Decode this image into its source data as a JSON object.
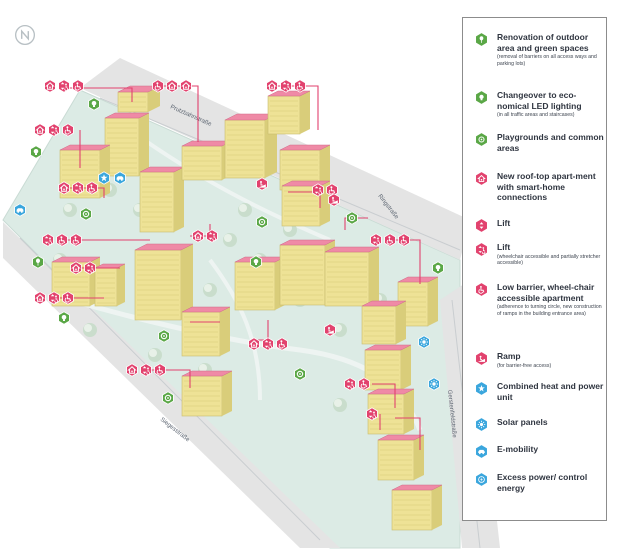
{
  "compass": {
    "icon": "compass-north-icon"
  },
  "colors": {
    "measure_pink": "#e2426e",
    "measure_green": "#5aa746",
    "measure_blue": "#3aa6dd",
    "building_roof": "#ef8aa6",
    "building_wall": "#eee296",
    "grounds": "#dcebe5",
    "road": "#e4e4e4"
  },
  "streets": {
    "north": "Prutzbahnstraße",
    "east": "Ringstraße",
    "south": "Siegesstraße",
    "southeast": "Gerstenfeldstraße"
  },
  "legend": [
    {
      "icon": "tree-icon",
      "color": "#5aa746",
      "title": "Renovation of outdoor area and green spaces",
      "sub": "(removal of barriers on all access ways and parking lots)"
    },
    {
      "icon": "light-bulb-icon",
      "color": "#5aa746",
      "title": "Changeover to eco-nomical LED lighting",
      "sub": "(in all traffic areas and staircases)"
    },
    {
      "icon": "playground-icon",
      "color": "#5aa746",
      "title": "Playgrounds and common areas",
      "sub": ""
    },
    {
      "icon": "smart-home-icon",
      "color": "#e2426e",
      "title": "New roof-top apart-ment with smart-home connections",
      "sub": ""
    },
    {
      "icon": "lift-icon",
      "color": "#e2426e",
      "title": "Lift",
      "sub": ""
    },
    {
      "icon": "accessible-lift-icon",
      "color": "#e2426e",
      "title": "Lift",
      "sub": "(wheelchair accessible and partially stretcher accessible)"
    },
    {
      "icon": "wheelchair-icon",
      "color": "#e2426e",
      "title": "Low barrier, wheel-chair accessible apartment",
      "sub": "(adherence to turning circle, new construction of ramps in the building entrance area)"
    },
    {
      "icon": "ramp-icon",
      "color": "#e2426e",
      "title": "Ramp",
      "sub": "(for barrier-free access)"
    },
    {
      "icon": "heat-power-icon",
      "color": "#3aa6dd",
      "title": "Combined heat and power unit",
      "sub": ""
    },
    {
      "icon": "solar-panel-icon",
      "color": "#3aa6dd",
      "title": "Solar panels",
      "sub": ""
    },
    {
      "icon": "e-mobility-icon",
      "color": "#3aa6dd",
      "title": "E-mobility",
      "sub": ""
    },
    {
      "icon": "excess-power-icon",
      "color": "#3aa6dd",
      "title": "Excess power/ control energy",
      "sub": ""
    }
  ]
}
